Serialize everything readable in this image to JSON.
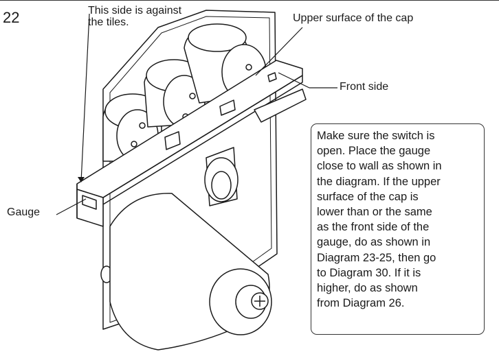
{
  "step": "22",
  "labels": {
    "tiles": "This side is against\nthe tiles.",
    "cap": "Upper surface of the cap",
    "front": "Front side",
    "gauge": "Gauge"
  },
  "instruction": "Make sure the switch is\nopen. Place the gauge\nclose to wall as shown in\nthe diagram. If the upper\nsurface of the cap is\nlower than or the same\nas the front side of the\ngauge, do as shown in\nDiagram 23-25, then go\nto Diagram 30. If it is\nhigher, do as shown\nfrom Diagram 26."
}
